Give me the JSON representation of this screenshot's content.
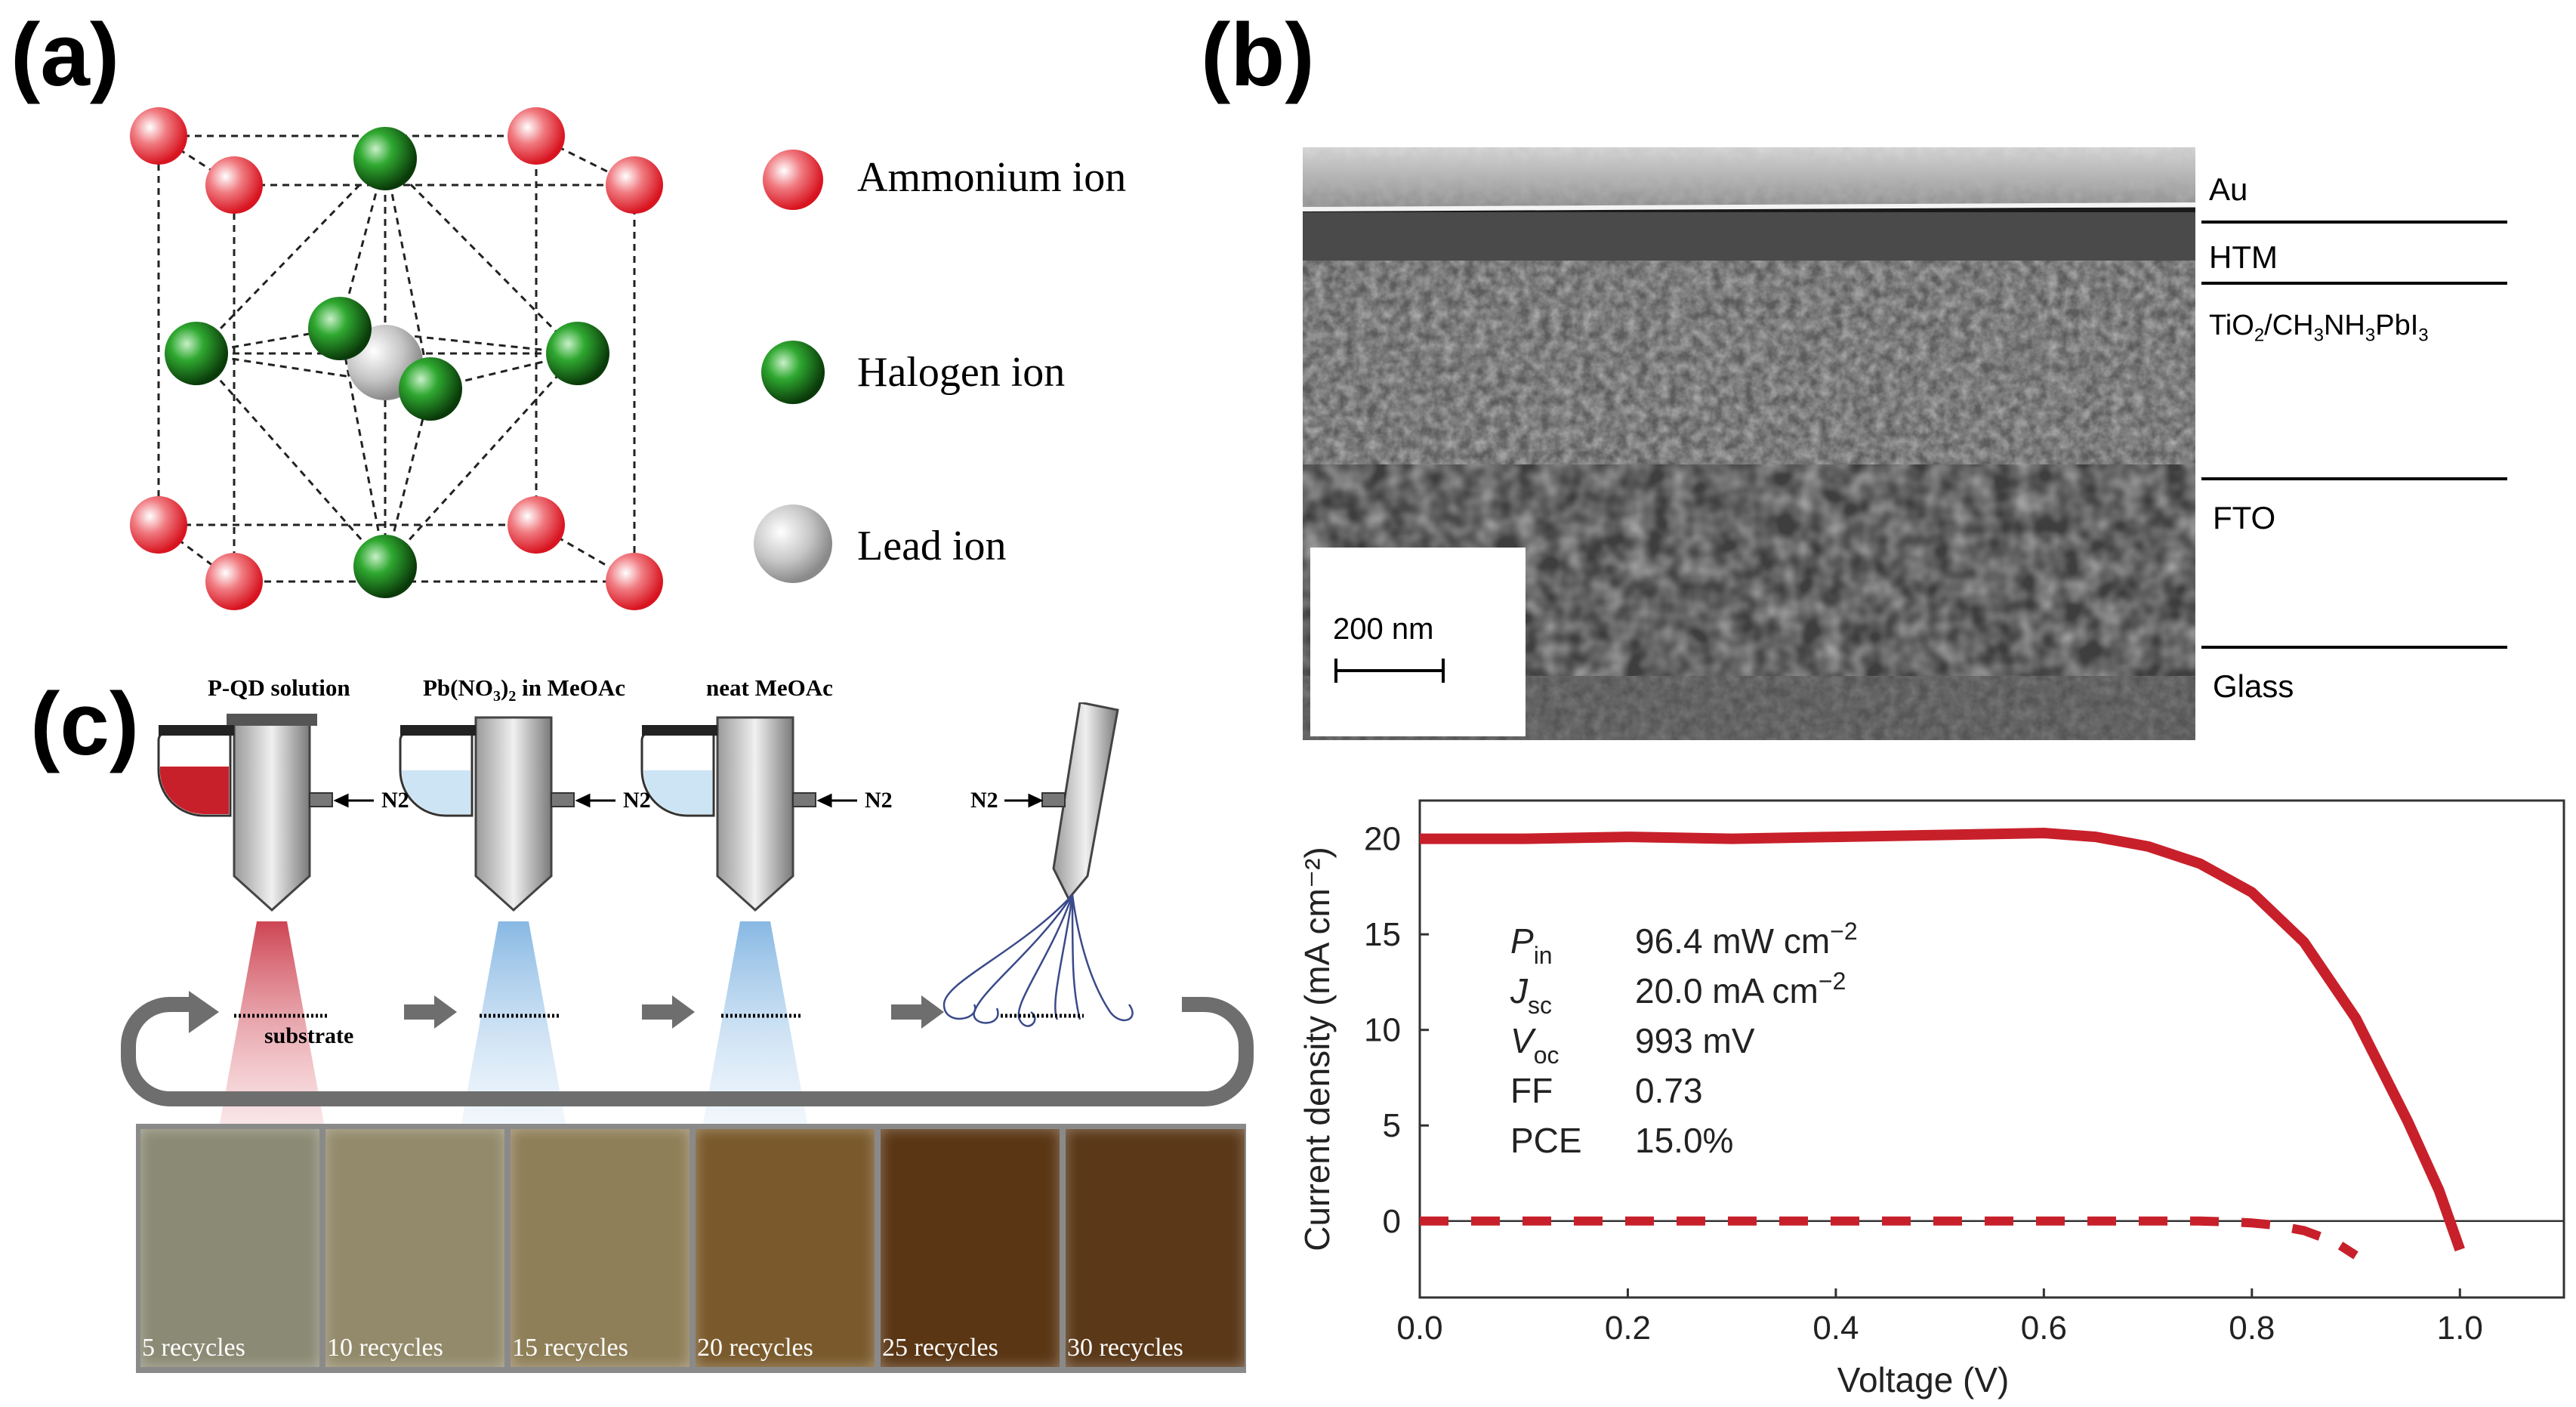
{
  "panels": {
    "a": {
      "label": "(a)",
      "legend": [
        {
          "text": "Ammonium ion",
          "color": "#e8202a",
          "icon": "ammonium-ion-sphere"
        },
        {
          "text": "Halogen ion",
          "color": "#1e8a20",
          "icon": "halogen-ion-sphere"
        },
        {
          "text": "Lead ion",
          "color": "#b8b8b8",
          "icon": "lead-ion-sphere"
        }
      ]
    },
    "b": {
      "label": "(b)",
      "scale_bar": "200 nm",
      "layers": [
        "Au",
        "HTM",
        "TiO2/CH3NH3PbI3",
        "FTO",
        "Glass"
      ],
      "layer_tio2_parts": {
        "a": "TiO",
        "a_sub": "2",
        "b": "/CH",
        "b_sub": "3",
        "c": "NH",
        "c_sub": "3",
        "d": "PbI",
        "d_sub": "3"
      }
    },
    "c": {
      "label": "(c)",
      "steps": [
        "P-QD solution",
        "Pb(NO3)2 in MeOAc",
        "neat MeOAc"
      ],
      "n2_label": "N2",
      "substrate_label": "substrate",
      "recycles": [
        "5 recycles",
        "10 recycles",
        "15 recycles",
        "20 recycles",
        "25 recycles",
        "30 recycles"
      ],
      "film_colors": [
        "#8b8a74",
        "#928a6a",
        "#8f7f58",
        "#7a5a2c",
        "#5a3614",
        "#5a3818"
      ]
    }
  },
  "chart_data": {
    "type": "line",
    "xlabel": "Voltage (V)",
    "ylabel": "Current density (mA cm⁻²)",
    "xlim": [
      0.0,
      1.1
    ],
    "ylim": [
      -4,
      22
    ],
    "xticks": [
      "0.0",
      "0.2",
      "0.4",
      "0.6",
      "0.8",
      "1.0"
    ],
    "xtick_values": [
      0.0,
      0.2,
      0.4,
      0.6,
      0.8,
      1.0
    ],
    "yticks": [
      "0",
      "5",
      "10",
      "15",
      "20"
    ],
    "ytick_values": [
      0,
      5,
      10,
      15,
      20
    ],
    "series": [
      {
        "style": "solid",
        "color": "#c8202a",
        "x": [
          0.0,
          0.1,
          0.2,
          0.3,
          0.4,
          0.5,
          0.6,
          0.65,
          0.7,
          0.75,
          0.8,
          0.85,
          0.9,
          0.95,
          0.98,
          1.0
        ],
        "y": [
          20.0,
          20.0,
          20.1,
          20.0,
          20.1,
          20.2,
          20.3,
          20.1,
          19.6,
          18.7,
          17.2,
          14.6,
          10.6,
          5.2,
          1.6,
          -1.5
        ]
      },
      {
        "style": "dashed",
        "color": "#c8202a",
        "x": [
          0.0,
          0.2,
          0.4,
          0.6,
          0.7,
          0.75,
          0.78,
          0.8,
          0.82,
          0.85,
          0.88,
          0.9
        ],
        "y": [
          0.0,
          0.0,
          0.0,
          0.0,
          0.0,
          0.0,
          -0.05,
          -0.1,
          -0.2,
          -0.5,
          -1.1,
          -1.8
        ]
      }
    ],
    "annotations": [
      {
        "sym": "P",
        "sub": "in",
        "value": "96.4 mW cm",
        "sup": "−2"
      },
      {
        "sym": "J",
        "sub": "sc",
        "value": "20.0 mA cm",
        "sup": "−2"
      },
      {
        "sym": "V",
        "sub": "oc",
        "value": "993 mV",
        "sup": ""
      },
      {
        "sym": "FF",
        "sub": "",
        "value": "0.73",
        "sup": ""
      },
      {
        "sym": "PCE",
        "sub": "",
        "value": "15.0%",
        "sup": ""
      }
    ]
  }
}
